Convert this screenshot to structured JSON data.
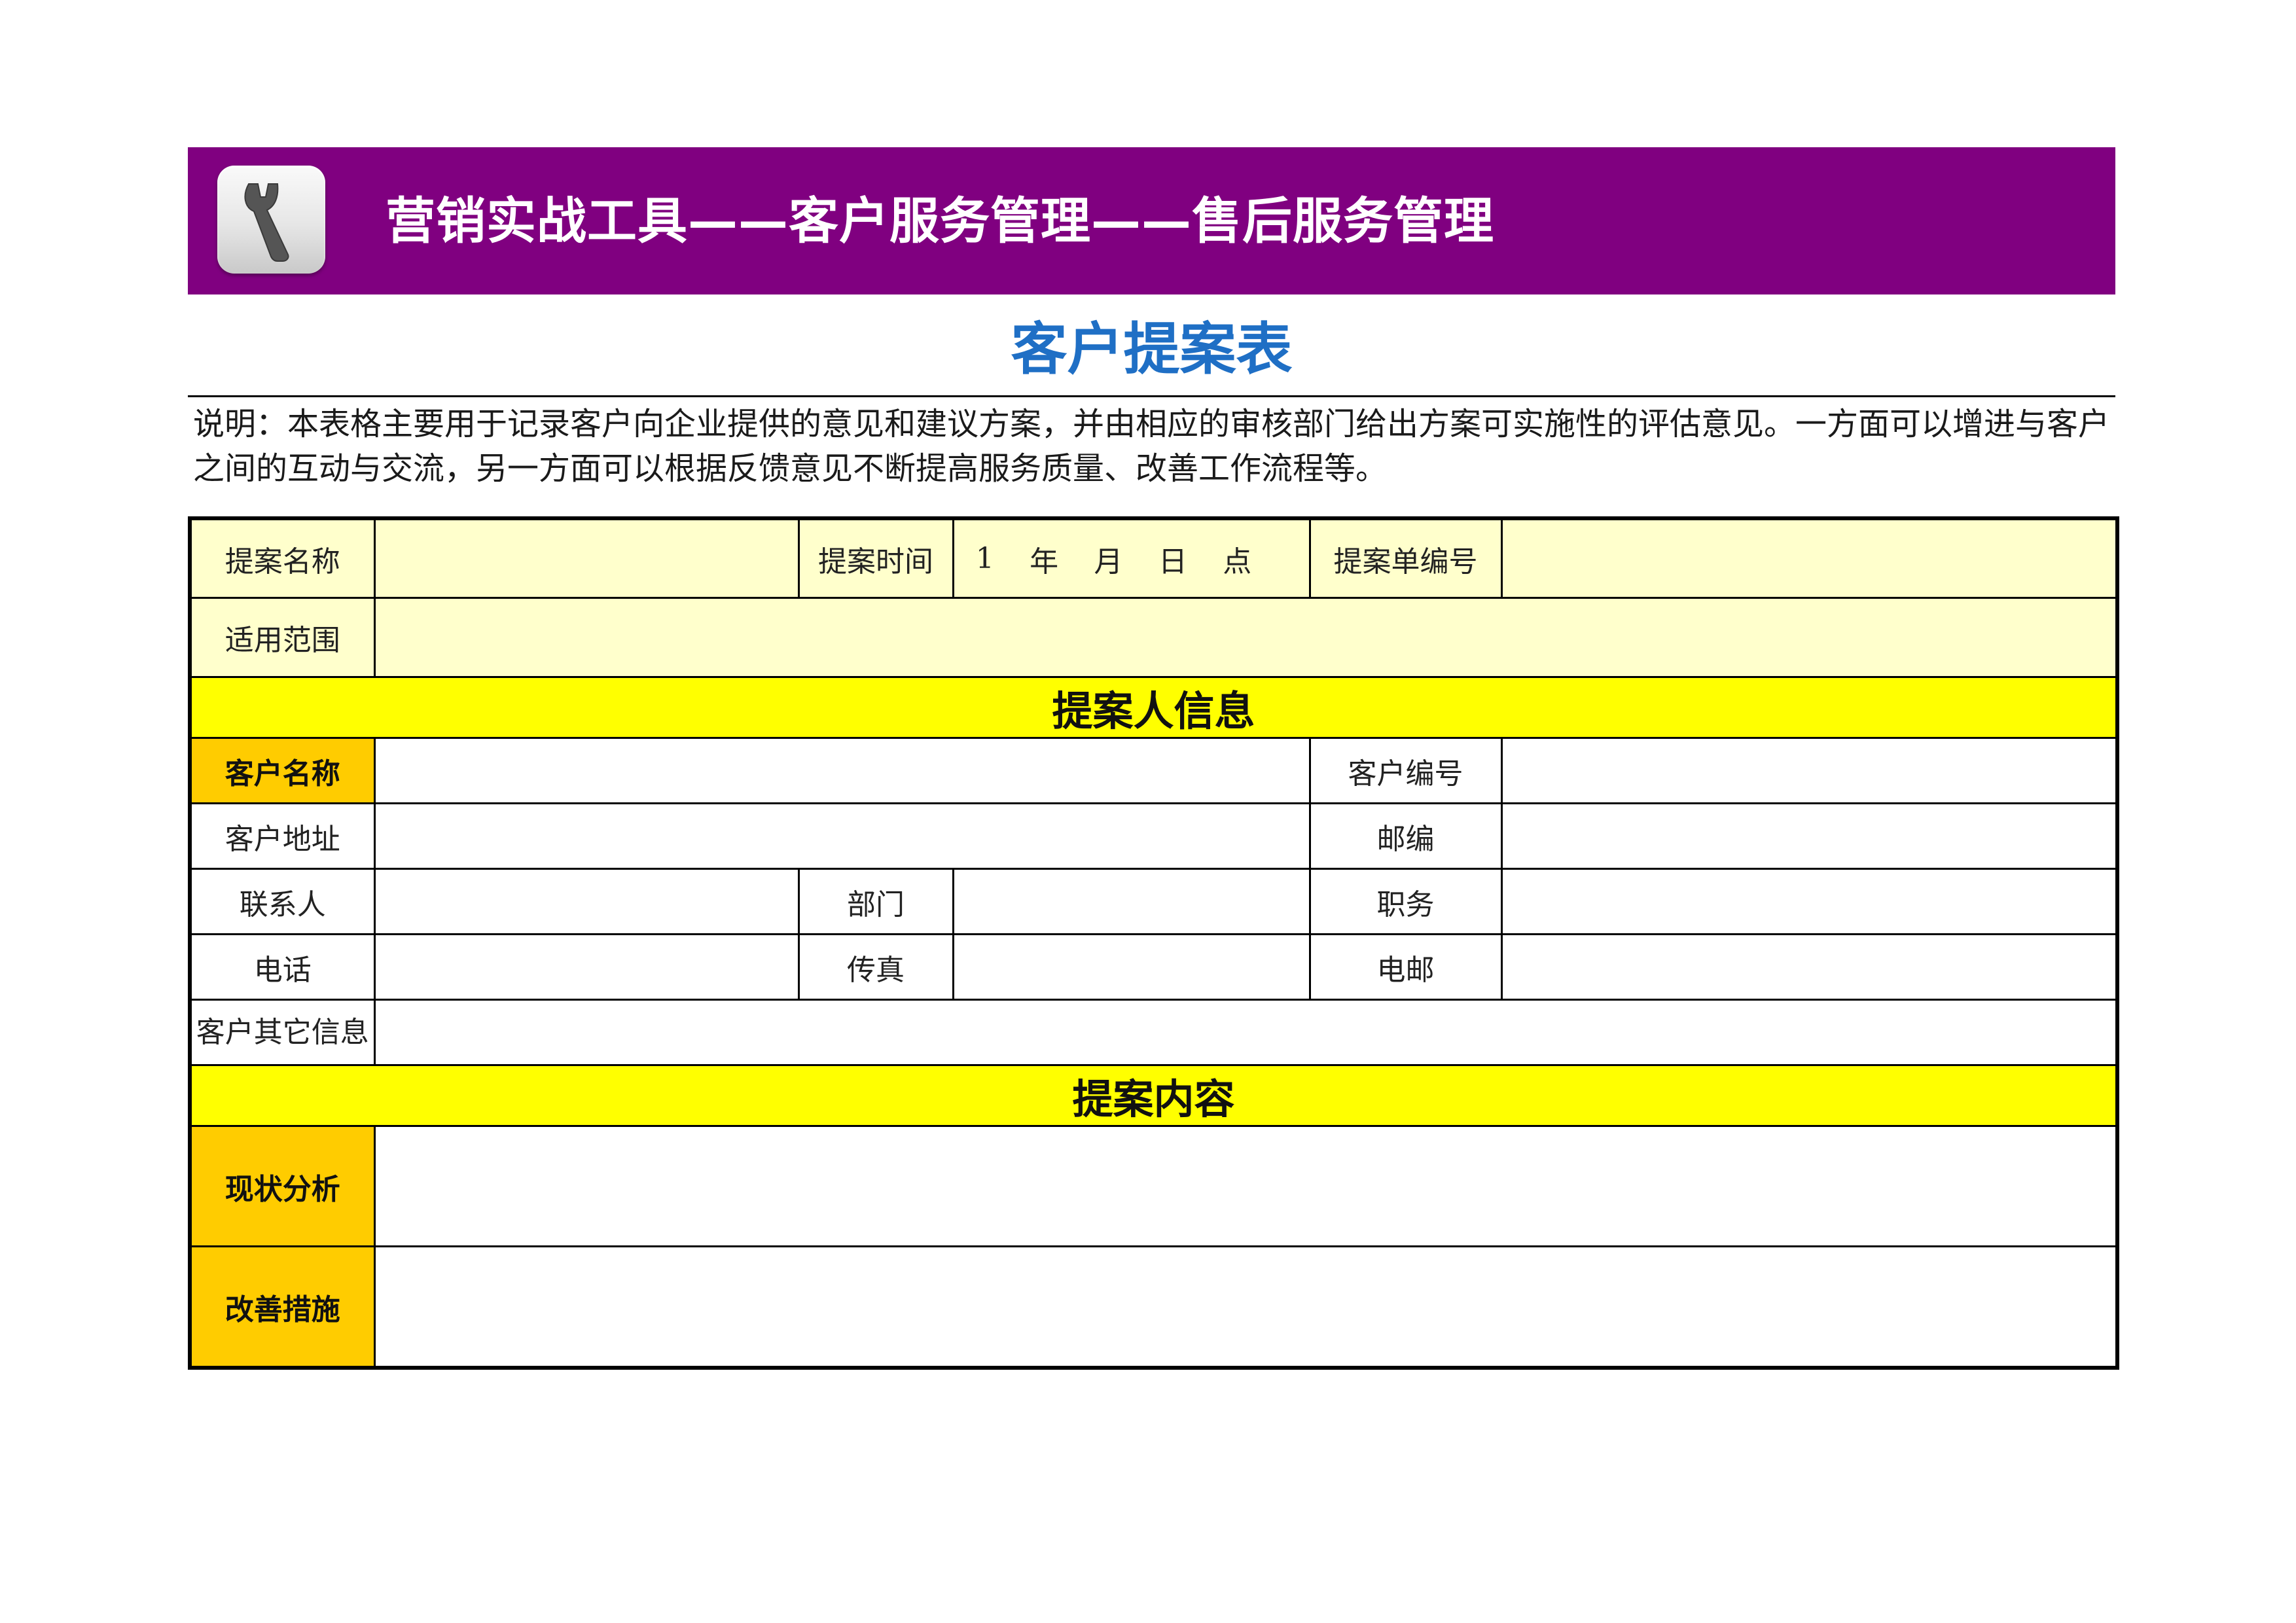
{
  "banner": {
    "title": "营销实战工具——客户服务管理——售后服务管理",
    "icon": "wrench-icon"
  },
  "colors": {
    "banner": "#800080",
    "title": "#1f6fc5",
    "header_fill": "#ffffcc",
    "section_fill": "#ffff00",
    "label_fill": "#ffcc00"
  },
  "form_title": "客户提案表",
  "description": "说明：本表格主要用于记录客户向企业提供的意见和建议方案，并由相应的审核部门给出方案可实施性的评估意见。一方面可以增进与客户之间的互动与交流，另一方面可以根据反馈意见不断提高服务质量、改善工作流程等。",
  "header": {
    "proposal_name_label": "提案名称",
    "proposal_time_label": "提案时间",
    "date_glyph": "1",
    "year": "年",
    "month": "月",
    "day": "日",
    "hour": "点",
    "proposal_no_label": "提案单编号",
    "scope_label": "适用范围"
  },
  "proposer": {
    "section_title": "提案人信息",
    "customer_name_label": "客户名称",
    "customer_no_label": "客户编号",
    "address_label": "客户地址",
    "postcode_label": "邮编",
    "contact_label": "联系人",
    "department_label": "部门",
    "position_label": "职务",
    "phone_label": "电话",
    "fax_label": "传真",
    "email_label": "电邮",
    "other_info_label": "客户其它信息"
  },
  "content": {
    "section_title": "提案内容",
    "status_label": "现状分析",
    "improvement_label": "改善措施"
  }
}
